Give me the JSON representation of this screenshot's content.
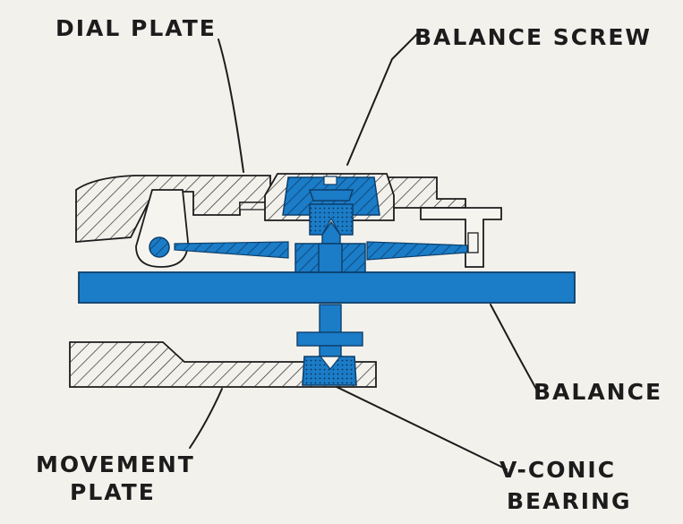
{
  "labels": {
    "dial_plate": "DIAL PLATE",
    "balance_screw": "BALANCE SCREW",
    "balance": "BALANCE",
    "movement_plate_line1": "MOVEMENT",
    "movement_plate_line2": "PLATE",
    "v_conic_line1": "V-CONIC",
    "v_conic_line2": "BEARING"
  },
  "colors": {
    "part_blue": "#1b7cc8",
    "ink": "#1c1c1c",
    "paper": "#f3f1ec"
  }
}
